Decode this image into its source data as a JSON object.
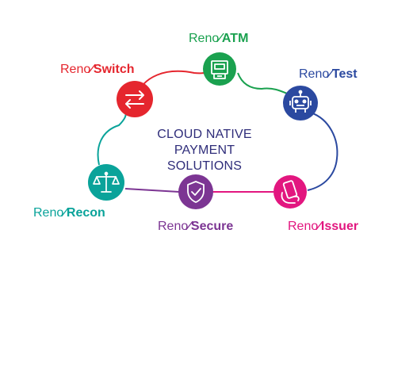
{
  "center_text": {
    "line1": "CLOUD NATIVE",
    "line2": "PAYMENT SOLUTIONS"
  },
  "products": [
    {
      "prefix": "Reno",
      "suffix": "Switch",
      "color": "#e5262e",
      "icon": "arrows-exchange-icon"
    },
    {
      "prefix": "Reno",
      "suffix": "ATM",
      "color": "#1aa14f",
      "icon": "atm-icon"
    },
    {
      "prefix": "Reno",
      "suffix": "Test",
      "color": "#2b49a0",
      "icon": "robot-icon"
    },
    {
      "prefix": "Reno",
      "suffix": "Issuer",
      "color": "#e2167f",
      "icon": "phone-hand-icon"
    },
    {
      "prefix": "Reno",
      "suffix": "Secure",
      "color": "#7c3593",
      "icon": "shield-check-icon"
    },
    {
      "prefix": "Reno",
      "suffix": "Recon",
      "color": "#0aa39a",
      "icon": "scale-icon"
    }
  ]
}
